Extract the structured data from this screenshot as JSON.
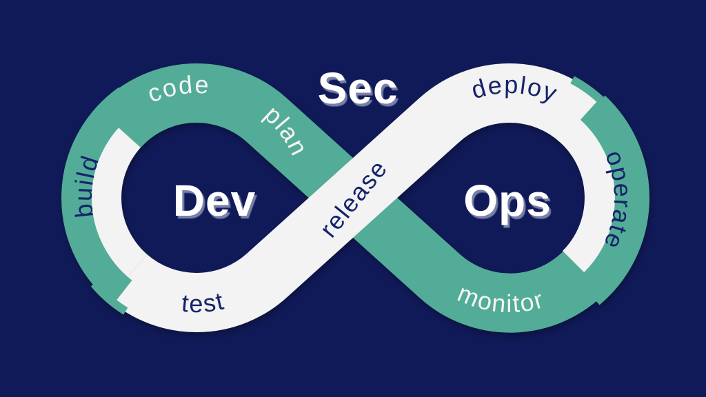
{
  "colors": {
    "background": "#101A58",
    "teal": "#52AC97",
    "ribbon_white": "#F2F3F2",
    "navy_text": "#16236B",
    "big_label_white": "#FFFFFF",
    "label_white": "#F4F6F4",
    "shadow": "#8A93B5"
  },
  "big_labels": {
    "dev": "Dev",
    "sec": "Sec",
    "ops": "Ops"
  },
  "stages": {
    "plan": "plan",
    "code": "code",
    "build": "build",
    "test": "test",
    "release": "release",
    "deploy": "deploy",
    "operate": "operate",
    "monitor": "monitor"
  }
}
